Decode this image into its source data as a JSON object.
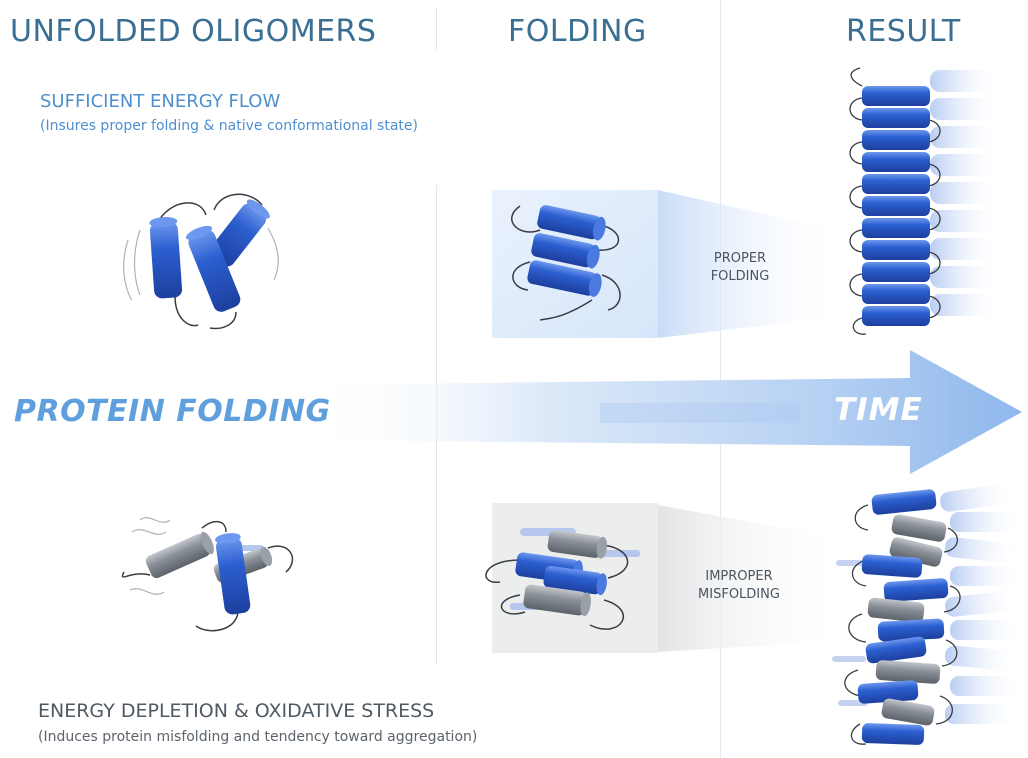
{
  "columns": {
    "col1": "UNFOLDED OLIGOMERS",
    "col2": "FOLDING",
    "col3": "RESULT"
  },
  "top": {
    "title": "SUFFICIENT ENERGY FLOW",
    "subtitle": "(Insures proper folding & native conformational state)",
    "box_label_line1": "PROPER",
    "box_label_line2": "FOLDING"
  },
  "arrow": {
    "left_label": "PROTEIN FOLDING",
    "right_label": "TIME"
  },
  "bottom": {
    "title": "ENERGY DEPLETION & OXIDATIVE STRESS",
    "subtitle": "(Induces protein misfolding and tendency toward aggregation)",
    "box_label_line1": "IMPROPER",
    "box_label_line2": "MISFOLDING"
  },
  "colors": {
    "heading": "#3a6f93",
    "accent_blue": "#2f5fcf",
    "light_blue": "#5f9fde",
    "gray_helix": "#8a9098"
  }
}
